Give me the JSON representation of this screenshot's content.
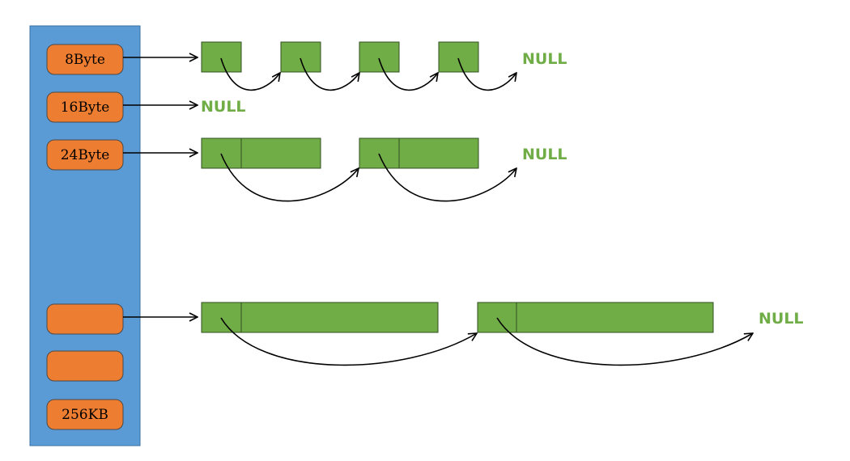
{
  "colors": {
    "column_fill": "#5b9bd5",
    "column_stroke": "#3a6fa3",
    "bucket_fill": "#ed7d31",
    "bucket_stroke": "#4a4a4a",
    "block_fill": "#70ad47",
    "block_stroke": "#2f4f1f",
    "null_text": "#70ad47",
    "arrow": "#000000"
  },
  "buckets": [
    {
      "label": "8Byte"
    },
    {
      "label": "16Byte"
    },
    {
      "label": "24Byte"
    },
    {
      "label": ""
    },
    {
      "label": ""
    },
    {
      "label": "256KB"
    }
  ],
  "null_label": "NULL"
}
